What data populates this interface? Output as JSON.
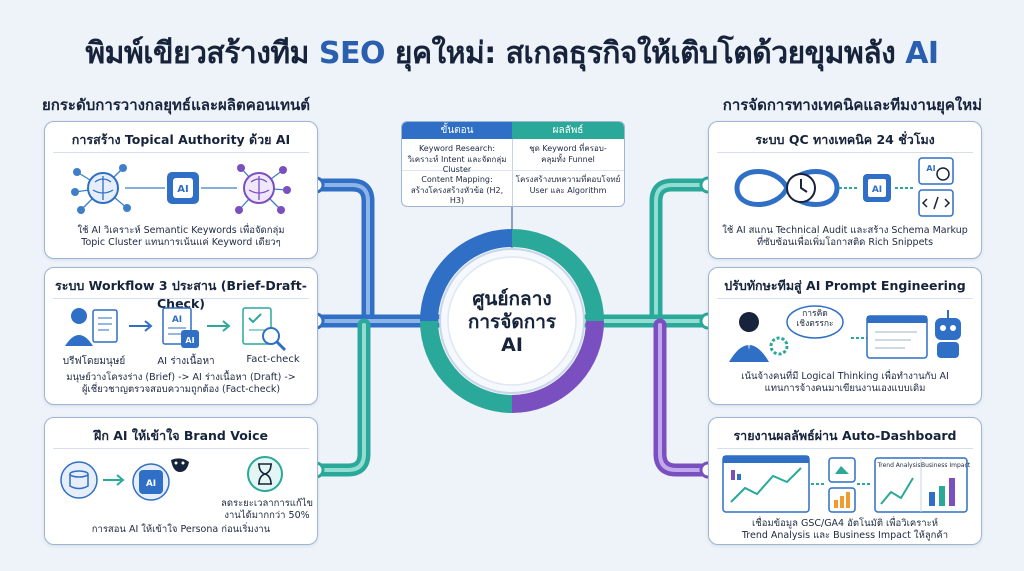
{
  "title": {
    "part1": "พิมพ์เขียวสร้างทีม ",
    "seo": "SEO",
    "part2": " ยุคใหม่: สเกลธุรกิจให้เติบโตด้วยขุมพลัง ",
    "ai": "AI"
  },
  "sections": {
    "left": "ยกระดับการวางกลยุทธ์และผลิตคอนเทนต์",
    "right": "การจัดการทางเทคนิคและทีมงานยุคใหม่"
  },
  "hub": {
    "line1": "ศูนย์กลาง",
    "line2": "การจัดการ",
    "line3": "AI"
  },
  "table": {
    "header_left": "ขั้นตอน",
    "header_right": "ผลลัพธ์",
    "rows": [
      {
        "left1": "Keyword Research:",
        "left2": "วิเคราะห์ Intent และจัดกลุ่ม Cluster",
        "right1": "ชุด Keyword ที่ครอบ-",
        "right2": "คลุมทั้ง Funnel"
      },
      {
        "left1": "Content Mapping:",
        "left2": "สร้างโครงสร้างหัวข้อ (H2, H3)",
        "right1": "โครงสร้างบทความที่ตอบโจทย์",
        "right2": "User และ Algorithm"
      }
    ]
  },
  "cards": {
    "topical": {
      "title": "การสร้าง Topical Authority ด้วย AI",
      "desc1": "ใช้ AI วิเคราะห์ Semantic Keywords เพื่อจัดกลุ่ม",
      "desc2": "Topic Cluster แทนการเน้นแค่ Keyword เดียวๆ",
      "chip": "AI"
    },
    "workflow": {
      "title": "ระบบ Workflow 3 ประสาน (Brief-Draft-Check)",
      "label1": "บรีฟโดยมนุษย์",
      "label2": "AI ร่างเนื้อหา",
      "label3": "Fact-check",
      "desc1": "มนุษย์วางโครงร่าง (Brief) -> AI ร่างเนื้อหา (Draft) ->",
      "desc2": "ผู้เชี่ยวชาญตรวจสอบความถูกต้อง (Fact-check)",
      "doc_label": "AI",
      "chip": "AI"
    },
    "brand": {
      "title": "ฝึก AI ให้เข้าใจ Brand Voice",
      "note1": "ลดระยะเวลาการแก้ไข",
      "note2": "งานได้มากกว่า 50%",
      "desc": "การสอน AI ให้เข้าใจ Persona ก่อนเริ่มงาน",
      "chip": "AI"
    },
    "qc": {
      "title": "ระบบ QC ทางเทคนิค 24 ชั่วโมง",
      "desc1": "ใช้ AI สแกน Technical Audit และสร้าง Schema Markup",
      "desc2": "ที่ซับซ้อนเพื่อเพิ่มโอกาสติด Rich Snippets",
      "chip": "AI",
      "doc_label": "AI"
    },
    "prompt": {
      "title": "ปรับทักษะทีมสู่ AI Prompt Engineering",
      "bubble1": "การคิด",
      "bubble2": "เชิงตรรกะ",
      "desc1": "เน้นจ้างคนที่มี Logical Thinking เพื่อทำงานกับ AI",
      "desc2": "แทนการจ้างคนมาเขียนงานเองแบบเดิม"
    },
    "dashboard": {
      "title": "รายงานผลลัพธ์ผ่าน Auto-Dashboard",
      "panel1": "Trend Analysis",
      "panel2": "Business Impact",
      "desc1": "เชื่อมข้อมูล GSC/GA4 อัตโนมัติ เพื่อวิเคราะห์",
      "desc2": "Trend Analysis และ Business Impact ให้ลูกค้า"
    }
  },
  "colors": {
    "navy": "#16233b",
    "blue": "#2f6fc6",
    "teal": "#2aa89a",
    "purple": "#7a4fc0",
    "card_border": "#9fb6d3"
  }
}
